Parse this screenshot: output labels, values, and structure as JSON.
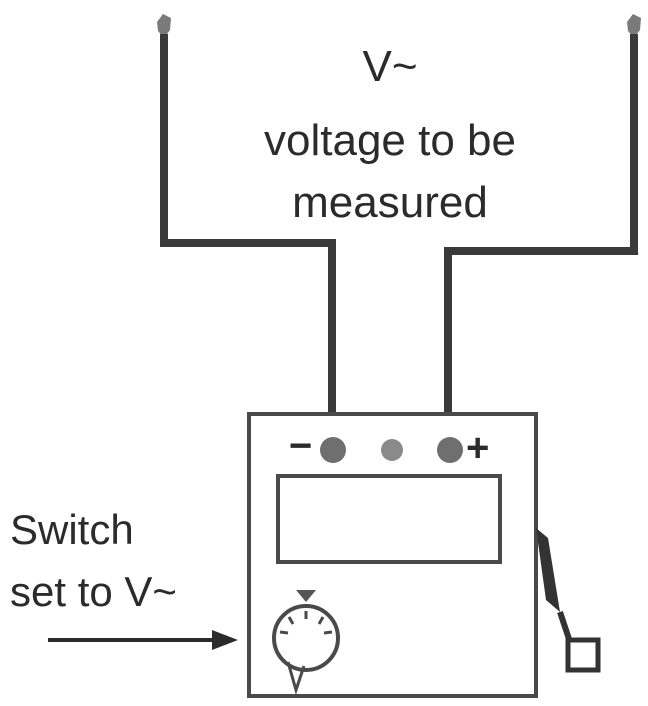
{
  "measured_label": {
    "line1": "V~",
    "line2": "voltage to be",
    "line3": "measured"
  },
  "switch_label": {
    "line1": "Switch",
    "line2": "set to V~"
  },
  "terminals": {
    "minus": "−",
    "plus": "+"
  },
  "colors": {
    "wire": "#3a3a3a",
    "probe_tip": "#7a7a7a",
    "terminal": "#6f6f6f",
    "outline": "#4a4a4a"
  }
}
